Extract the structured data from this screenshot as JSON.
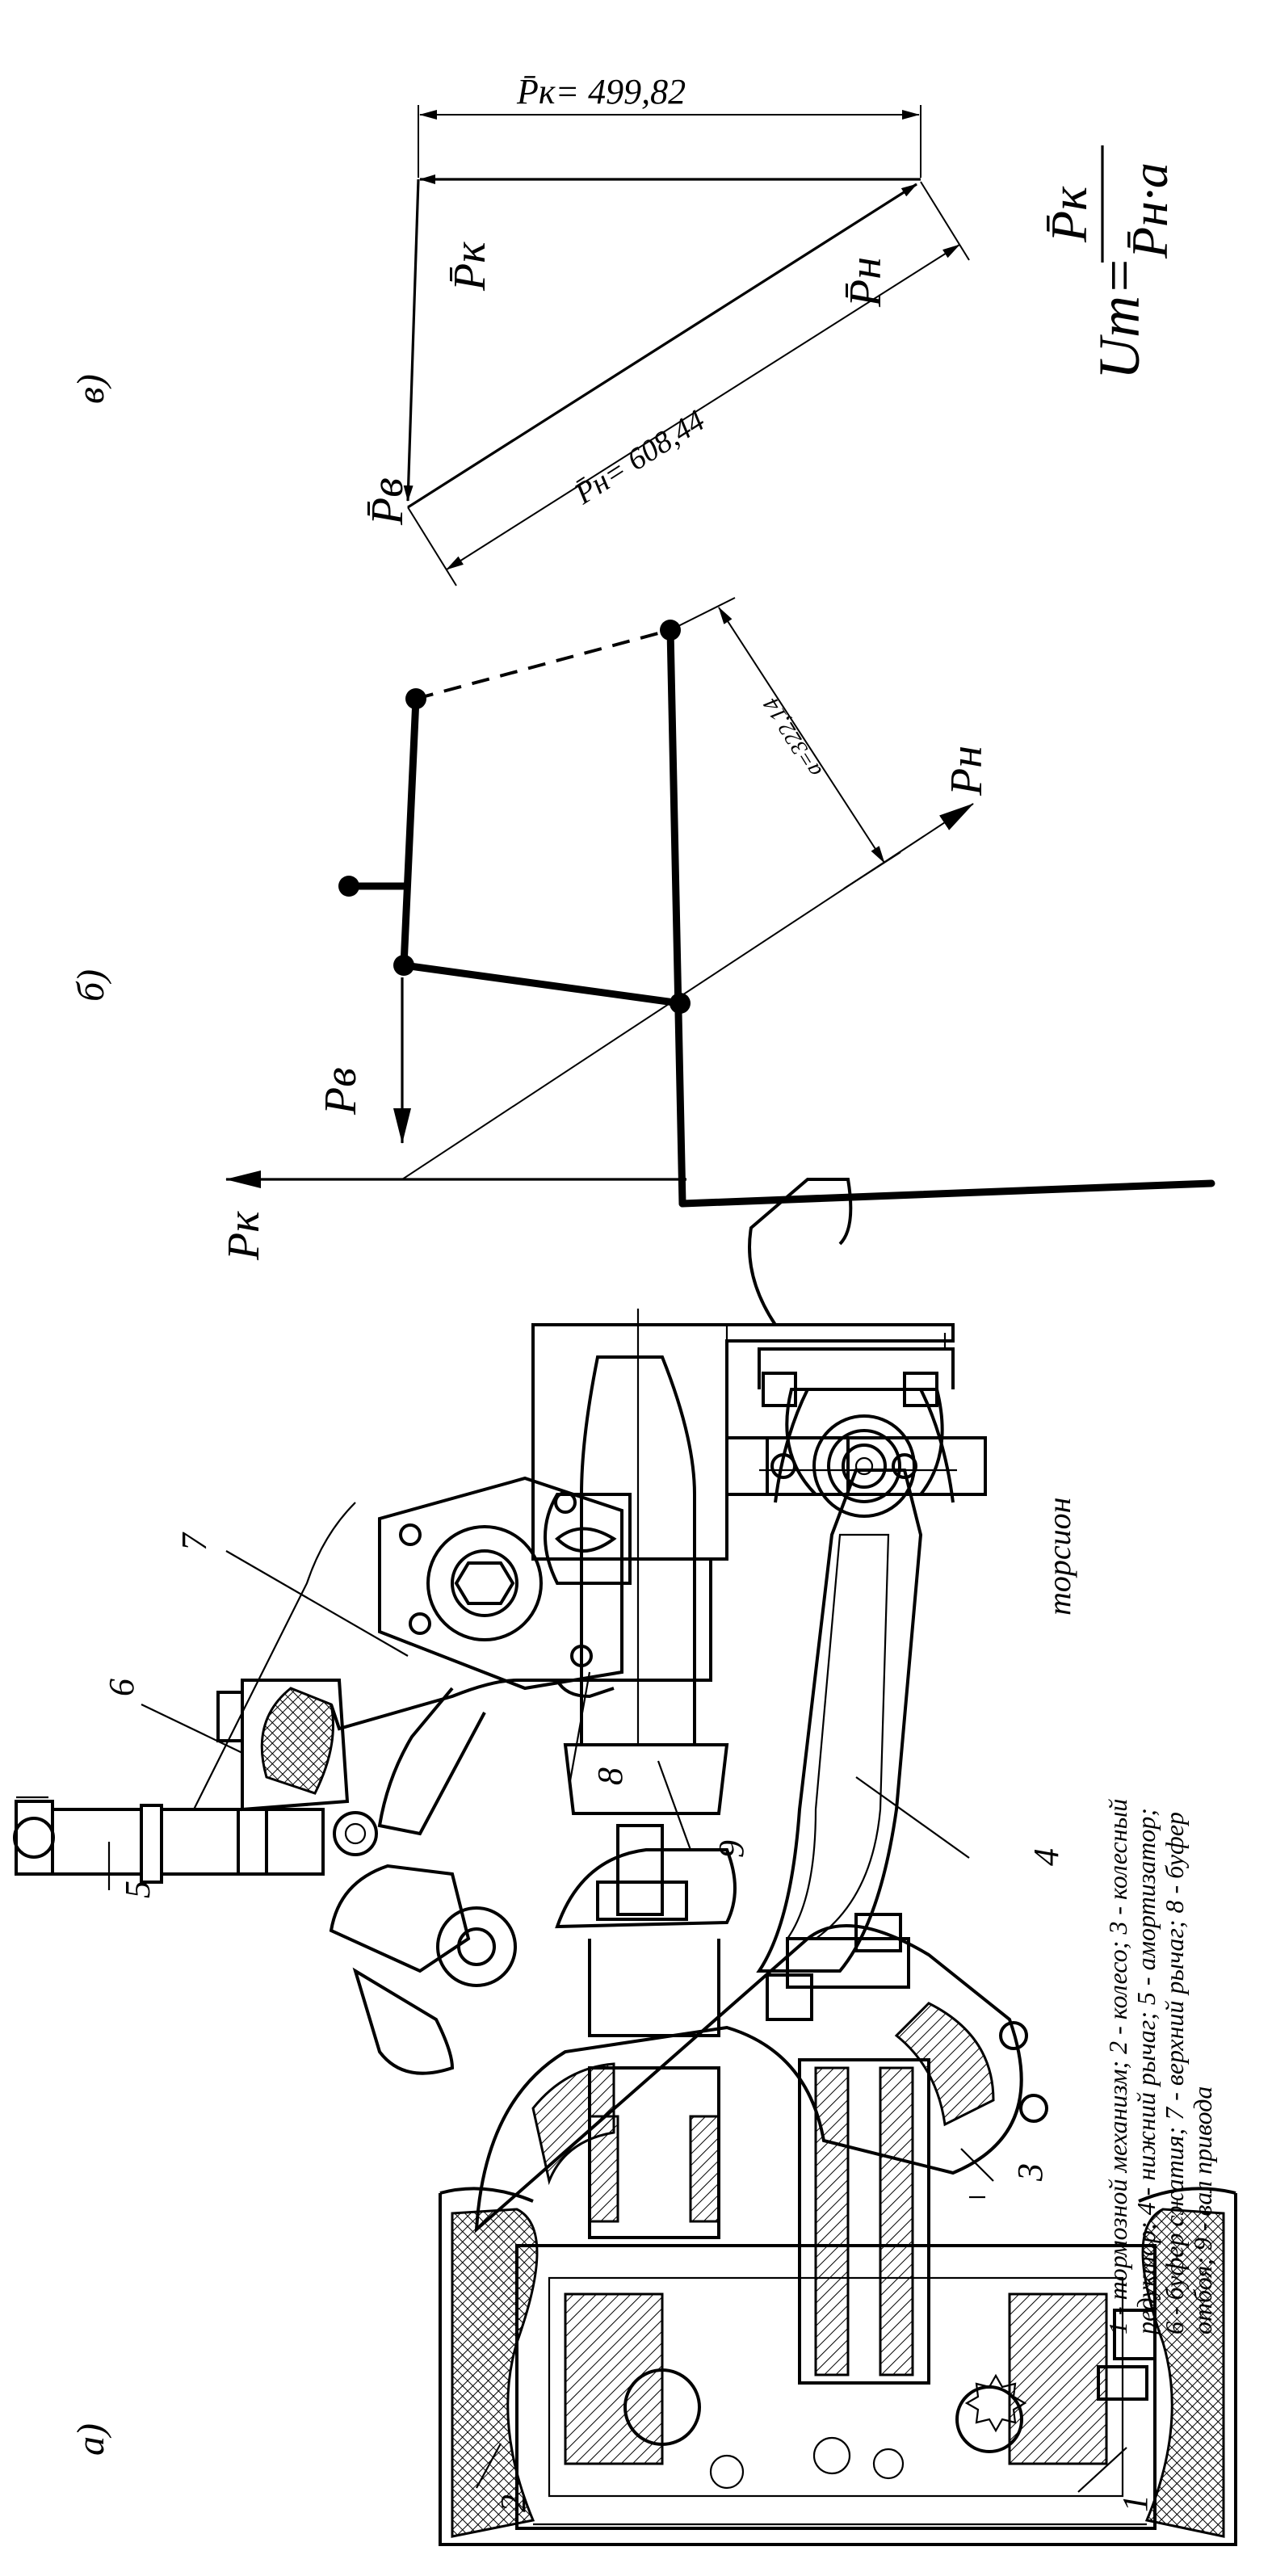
{
  "panels": {
    "a_label": "а)",
    "b_label": "б)",
    "v_label": "в)"
  },
  "drawing": {
    "part_numbers": [
      "1",
      "2",
      "3",
      "4",
      "5",
      "6",
      "7",
      "8",
      "9"
    ],
    "torsion_label": "торсион",
    "legend": [
      "1 - тормозной механизм; 2 - колесо; 3 - колесный",
      "редуктор; 4 - нижний рычаг; 5 - амортизатор;",
      "6 - буфер сжатия; 7 - верхний рычаг; 8 - буфер",
      "отбоя; 9 - вал привода"
    ]
  },
  "kinematic": {
    "force_k": "Pк",
    "force_v": "Pв",
    "force_n": "Pн",
    "arm_label": "a=322,14"
  },
  "force_polygon": {
    "pk_vector": "P̄к",
    "pv_vector": "P̄в",
    "pn_vector": "P̄н",
    "pk_dimension": "P̄к= 499,82",
    "pn_dimension": "P̄н= 608,44",
    "formula_lhs": "Uт=",
    "formula_num": "P̄к",
    "formula_den": "P̄н·a"
  }
}
